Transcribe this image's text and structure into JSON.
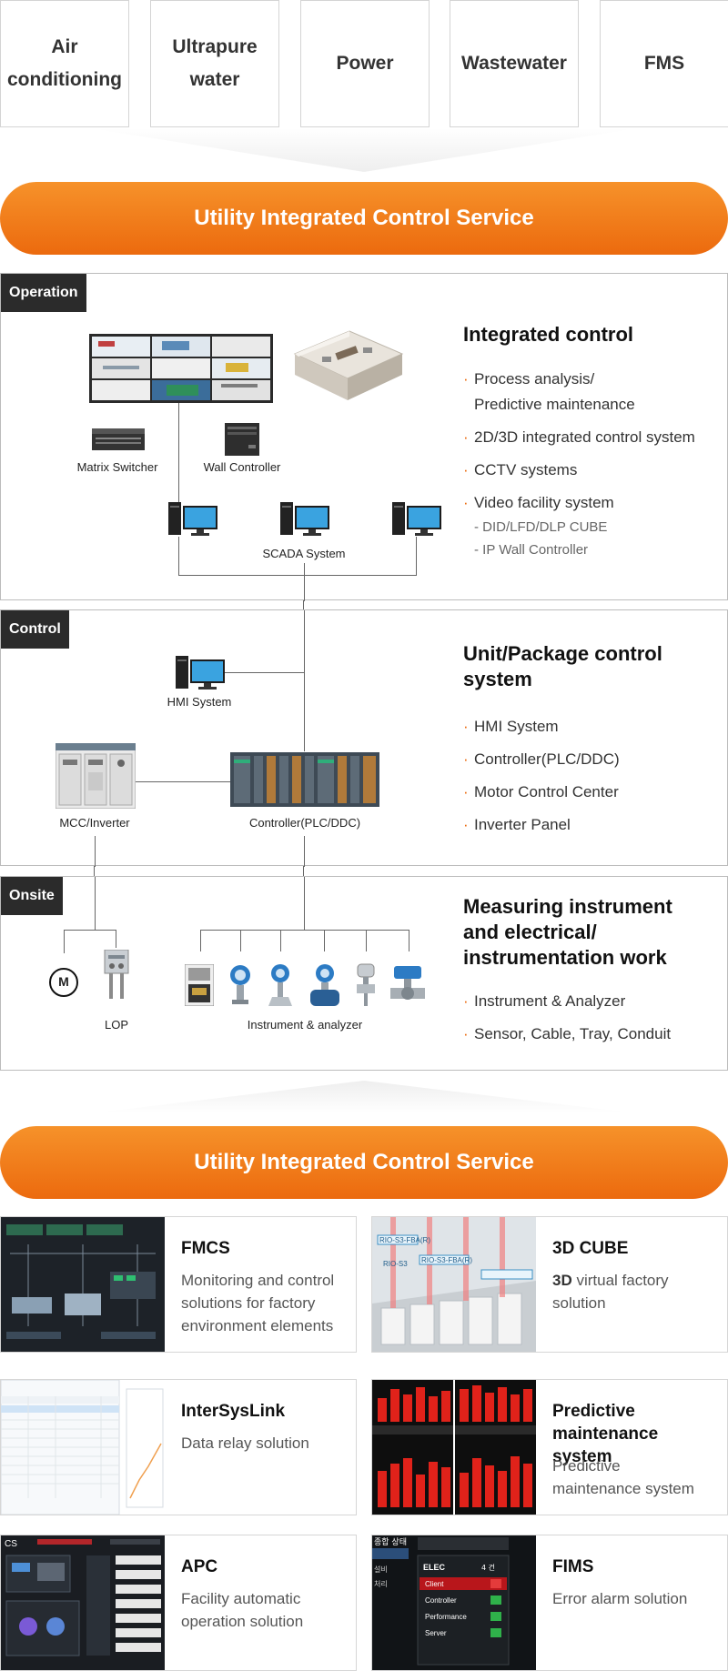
{
  "categories": [
    "Air\nconditioning",
    "Ultrapure\nwater",
    "Power",
    "Wastewater",
    "FMS"
  ],
  "banner_top": "Utility Integrated Control Service",
  "banner_bottom": "Utility Integrated Control Service",
  "operation": {
    "tag": "Operation",
    "labels": {
      "matrix": "Matrix Switcher",
      "wall": "Wall Controller",
      "scada": "SCADA System"
    },
    "title": "Integrated control",
    "items": [
      "Process analysis/\nPredictive maintenance",
      "2D/3D integrated control system",
      "CCTV systems",
      "Video facility system"
    ],
    "subitems": [
      "- DID/LFD/DLP CUBE",
      "- IP Wall Controller"
    ]
  },
  "control": {
    "tag": "Control",
    "labels": {
      "hmi": "HMI System",
      "mcc": "MCC/Inverter",
      "controller": "Controller(PLC/DDC)"
    },
    "title": "Unit/Package control\nsystem",
    "items": [
      "HMI System",
      "Controller(PLC/DDC)",
      "Motor Control Center",
      "Inverter Panel"
    ]
  },
  "onsite": {
    "tag": "Onsite",
    "labels": {
      "motor": "M",
      "lop": "LOP",
      "instrument": "Instrument & analyzer"
    },
    "title": "Measuring instrument\nand electrical/\ninstrumentation work",
    "items": [
      "Instrument & Analyzer",
      "Sensor, Cable, Tray, Conduit"
    ]
  },
  "solutions": [
    {
      "title": "FMCS",
      "desc": "Monitoring and control\nsolutions for factory\nenvironment elements"
    },
    {
      "title": "3D CUBE",
      "desc_bold": "3D",
      "desc": " virtual factory solution"
    },
    {
      "title": "InterSysLink",
      "desc": "Data relay solution"
    },
    {
      "title": "Predictive\nmaintenance system",
      "desc": "Predictive\nmaintenance system"
    },
    {
      "title": "APC",
      "desc": "Facility automatic\noperation solution"
    },
    {
      "title": "FIMS",
      "desc": "Error alarm solution"
    }
  ],
  "thumb_text": {
    "cube_labels": [
      "RIO-S3-FBA(R)",
      "RIO-S3",
      "RIO-S3-FBA(R)"
    ],
    "fims_header": "ELEC",
    "fims_count": "4 건",
    "fims_rows": [
      "Client",
      "Controller",
      "Performance",
      "Server"
    ],
    "fims_side": [
      "종합 상태",
      "설비",
      "처리"
    ],
    "apc_title": "CS"
  },
  "colors": {
    "accent": "#ec6a0e",
    "tag_bg": "#2b2b2b",
    "border": "#bcbcbc"
  }
}
